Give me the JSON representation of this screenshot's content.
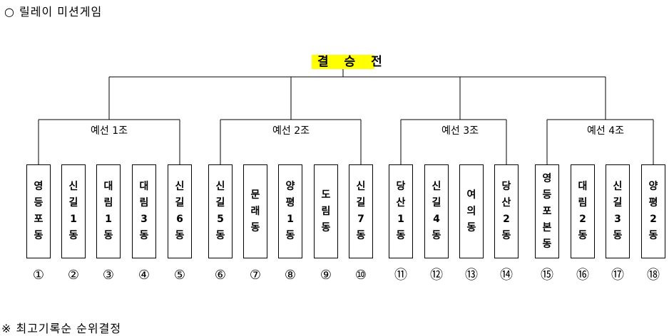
{
  "heading": "○ 릴레이 미션게임",
  "footnote": "※ 최고기록순 순위결정",
  "final": {
    "label": "결 승 전",
    "highlight_color": "#ffff00"
  },
  "groups": [
    {
      "label": "예선 1조"
    },
    {
      "label": "예선 2조"
    },
    {
      "label": "예선 3조"
    },
    {
      "label": "예선 4조"
    }
  ],
  "teams": [
    {
      "group": 0,
      "name": "영등포동",
      "number": "①"
    },
    {
      "group": 0,
      "name": "신길1동",
      "number": "②"
    },
    {
      "group": 0,
      "name": "대림1동",
      "number": "③"
    },
    {
      "group": 0,
      "name": "대림3동",
      "number": "④"
    },
    {
      "group": 0,
      "name": "신길6동",
      "number": "⑤"
    },
    {
      "group": 1,
      "name": "신길5동",
      "number": "⑥"
    },
    {
      "group": 1,
      "name": "문래동",
      "number": "⑦"
    },
    {
      "group": 1,
      "name": "양평1동",
      "number": "⑧"
    },
    {
      "group": 1,
      "name": "도림동",
      "number": "⑨"
    },
    {
      "group": 1,
      "name": "신길7동",
      "number": "⑩"
    },
    {
      "group": 2,
      "name": "당산1동",
      "number": "⑪"
    },
    {
      "group": 2,
      "name": "신길4동",
      "number": "⑫"
    },
    {
      "group": 2,
      "name": "여의동",
      "number": "⑬"
    },
    {
      "group": 2,
      "name": "당산2동",
      "number": "⑭"
    },
    {
      "group": 3,
      "name": "영등포본동",
      "number": "⑮"
    },
    {
      "group": 3,
      "name": "대림2동",
      "number": "⑯"
    },
    {
      "group": 3,
      "name": "신길3동",
      "number": "⑰"
    },
    {
      "group": 3,
      "name": "양평2동",
      "number": "⑱"
    }
  ]
}
